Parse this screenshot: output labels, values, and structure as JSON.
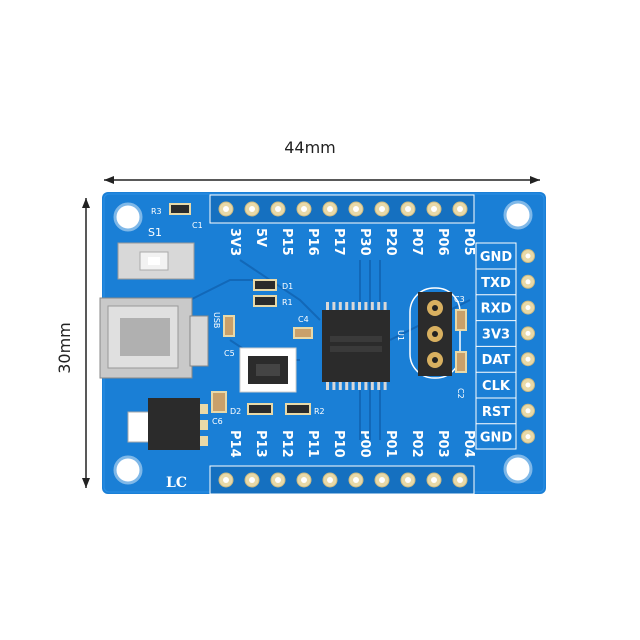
{
  "dimensions": {
    "width_label": "44mm",
    "height_label": "30mm"
  },
  "top_header_labels": [
    "3V3",
    "5V",
    "P15",
    "P16",
    "P17",
    "P30",
    "P20",
    "P07",
    "P06",
    "P05"
  ],
  "bottom_header_labels": [
    "P14",
    "P13",
    "P12",
    "P11",
    "P10",
    "P00",
    "P01",
    "P02",
    "P03",
    "P04"
  ],
  "right_header_labels": [
    "GND",
    "TXD",
    "RXD",
    "3V3",
    "DAT",
    "CLK",
    "RST",
    "GND"
  ],
  "component_labels": {
    "r3": "R3",
    "c1": "C1",
    "s1": "S1",
    "usb": "USB",
    "d1": "D1",
    "r1": "R1",
    "c4": "C4",
    "c5": "C5",
    "c6": "C6",
    "d2": "D2",
    "r2": "R2",
    "u1": "U1",
    "c3": "C3",
    "c2": "C2",
    "lc": "LC"
  },
  "colors": {
    "pcb": "#1a7fd6",
    "silk": "#ffffff",
    "pad": "#e8d9a8",
    "chip": "#2b2b2b"
  }
}
